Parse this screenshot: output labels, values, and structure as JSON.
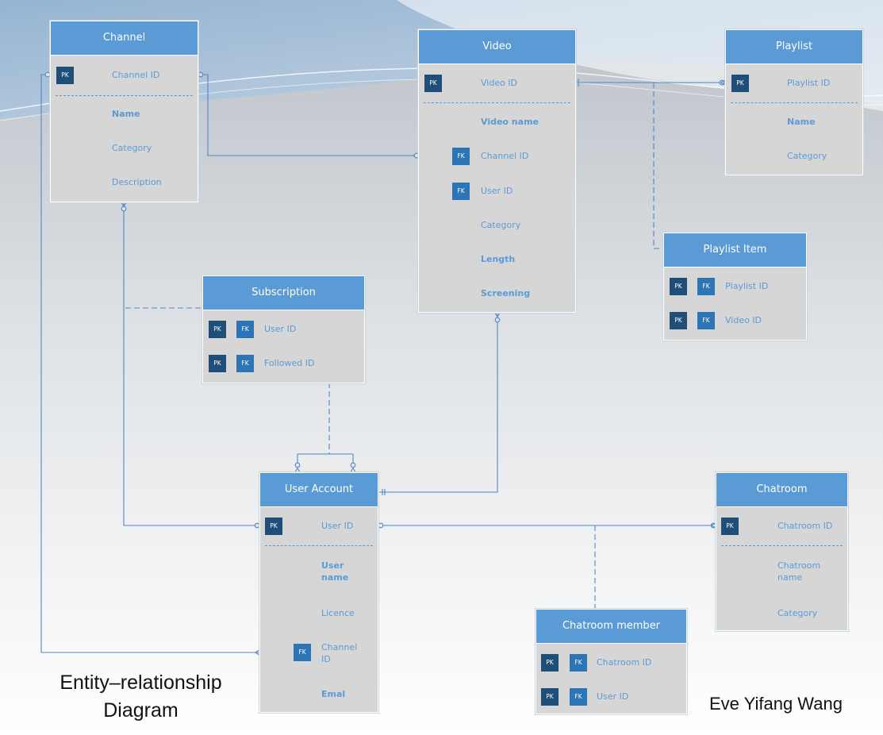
{
  "entities": {
    "channel": {
      "title": "Channel",
      "fields": [
        "Channel ID",
        "Name",
        "Category",
        "Description"
      ],
      "keys": [
        "PK"
      ]
    },
    "video": {
      "title": "Video",
      "fields": [
        "Video ID",
        "Video name",
        "Channel ID",
        "User ID",
        "Category",
        "Length",
        "Screening"
      ],
      "keys": [
        "PK",
        "FK",
        "FK"
      ]
    },
    "playlist": {
      "title": "Playlist",
      "fields": [
        "Playlist ID",
        "Name",
        "Category"
      ],
      "keys": [
        "PK"
      ]
    },
    "playlist_item": {
      "title": "Playlist Item",
      "fields": [
        "Playlist ID",
        "Video ID"
      ],
      "keys": [
        "PK",
        "FK",
        "PK",
        "FK"
      ]
    },
    "subscription": {
      "title": "Subscription",
      "fields": [
        "User ID",
        "Followed ID"
      ],
      "keys": [
        "PK",
        "FK",
        "PK",
        "FK"
      ]
    },
    "user_account": {
      "title": "User Account",
      "fields": [
        "User ID",
        "User name",
        "Licence",
        "Channel ID",
        "Emal"
      ],
      "keys": [
        "PK",
        "FK"
      ]
    },
    "chatroom": {
      "title": "Chatroom",
      "fields": [
        "Chatroom ID",
        "Chatroom name",
        "Category"
      ],
      "keys": [
        "PK"
      ]
    },
    "chatroom_member": {
      "title": "Chatroom member",
      "fields": [
        "Chatroom ID",
        "User ID"
      ],
      "keys": [
        "PK",
        "FK",
        "PK",
        "FK"
      ]
    }
  },
  "caption": {
    "line1": "Entity–relationship",
    "line2": "Diagram"
  },
  "author": "Eve Yifang Wang",
  "colors": {
    "header": "#5b9bd5",
    "entity_body": "#d6d6d6",
    "field_text": "#5b9bd5",
    "pk_badge": "#1f4e79",
    "fk_badge": "#2e75b6",
    "connector": "#4f86c6"
  }
}
